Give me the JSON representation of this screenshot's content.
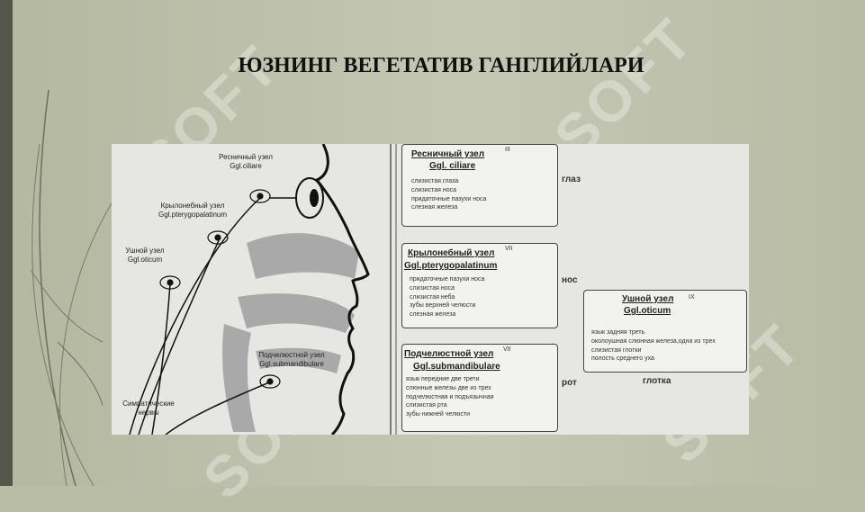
{
  "title": "ЮЗНИНГ ВЕГЕТАТИВ ГАНГЛИЙЛАРИ",
  "diagram": {
    "head_labels": [
      {
        "name": "Ресничный узел",
        "latin": "Ggl.ciliare"
      },
      {
        "name": "Крылонебный узел",
        "latin": "Ggl.pterygopalatinum"
      },
      {
        "name": "Ушной узел",
        "latin": "Ggl.oticum"
      },
      {
        "name": "Подчелюстной узел",
        "latin": "Ggl.submandibulare"
      }
    ],
    "sympathetic": {
      "line1": "Симпатические",
      "line2": "нервы"
    },
    "boxes": [
      {
        "title": "Ресничный узел",
        "latin": "Ggl. ciliare",
        "nerve": "III",
        "items": [
          "слизистая глаза",
          "слизистая носа",
          "придаточные пазухи носа",
          "слезная железа"
        ]
      },
      {
        "title": "Крылонебный узел",
        "latin": "Ggl.pterygopalatinum",
        "nerve": "VII",
        "items": [
          "придаточные пазухи носа",
          "слизистая носа",
          "слизистая неба",
          "зубы верхней челюсти",
          "слезная железа"
        ]
      },
      {
        "title": "Подчелюстной узел",
        "latin": "Ggl.submandibulare",
        "nerve": "VII",
        "items": [
          "язык передние две трети",
          "слюнные железы две из трех",
          "подчелюстная и подъязычная",
          "слизистая рта",
          "зубы нижней челюсти"
        ]
      },
      {
        "title": "Ушной узел",
        "latin": "Ggl.oticum",
        "nerve": "IX",
        "items": [
          "язык задняя треть",
          "околоушная слюнная железа,одна из трех",
          "слизистая глотки",
          "полость среднего уха"
        ]
      }
    ],
    "regions": {
      "eye": "глаз",
      "nose": "нос",
      "mouth": "рот",
      "pharynx": "глотка"
    }
  },
  "watermark": "SOFT"
}
